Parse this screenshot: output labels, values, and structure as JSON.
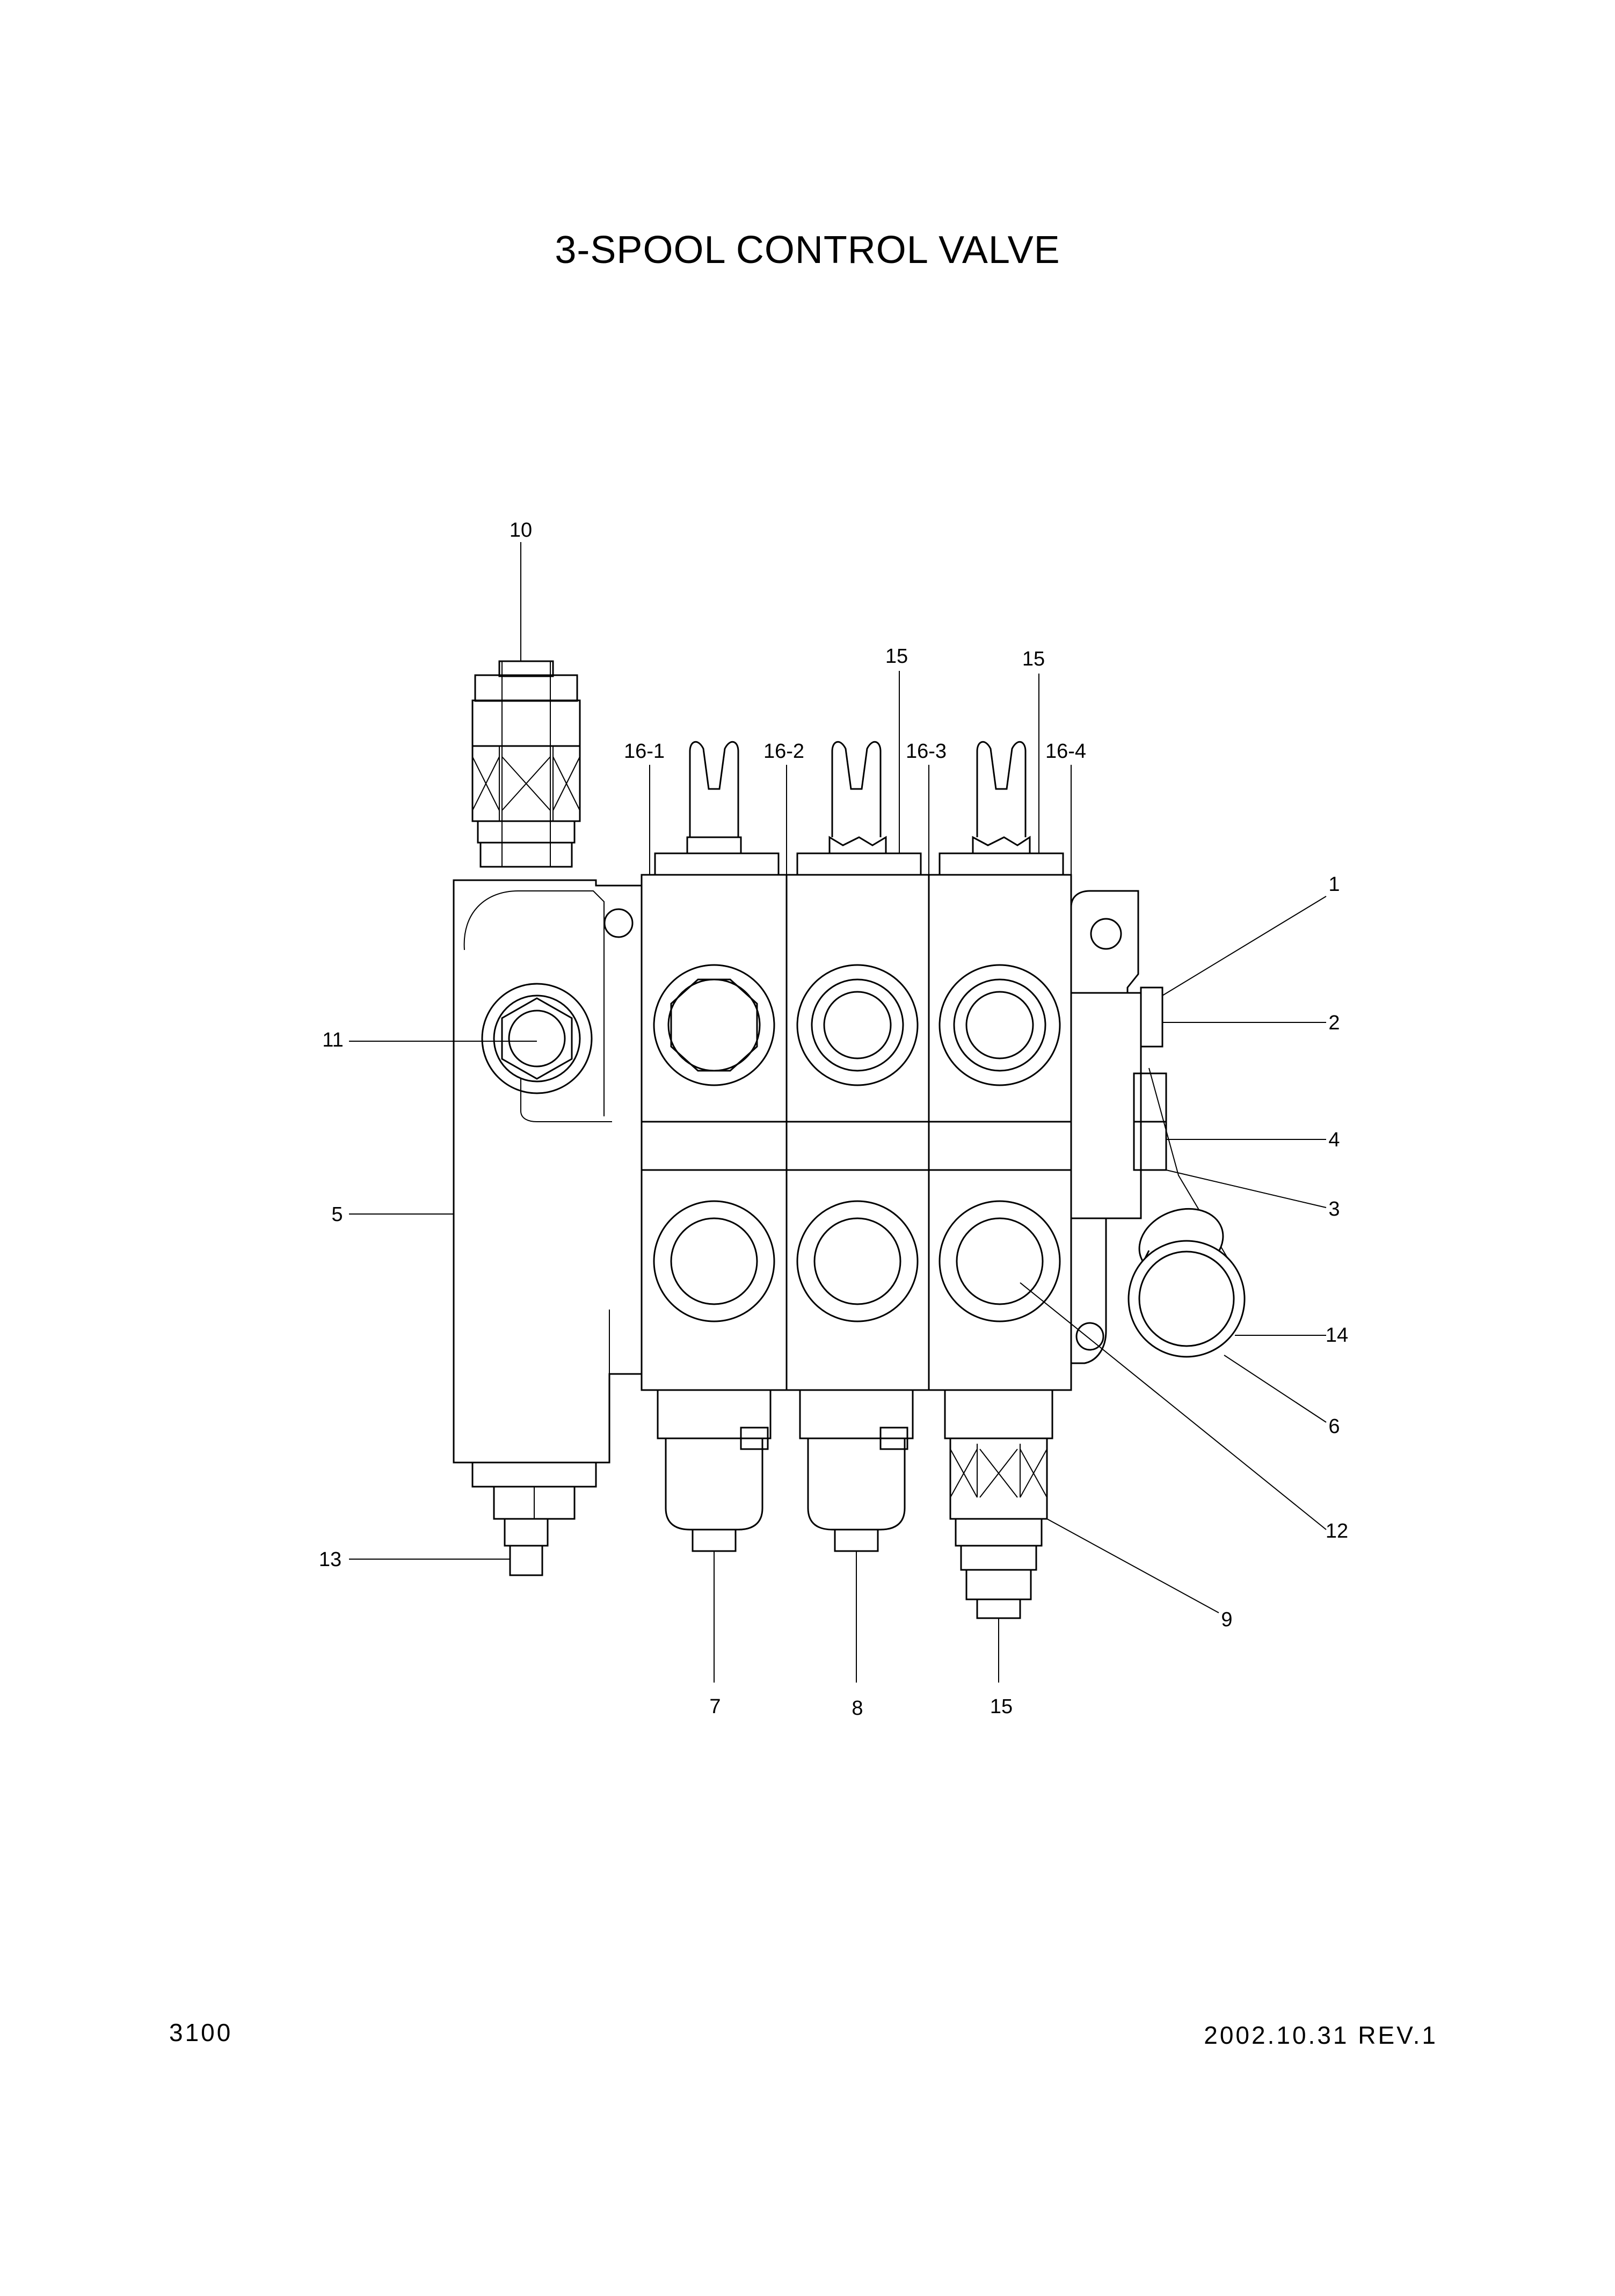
{
  "title": "3-SPOOL CONTROL VALVE",
  "footer": {
    "page_number": "3100",
    "revision": "2002.10.31 REV.1"
  },
  "callouts": {
    "c10": "10",
    "c15a": "15",
    "c15b": "15",
    "c16_1": "16-1",
    "c16_2": "16-2",
    "c16_3": "16-3",
    "c16_4": "16-4",
    "c1": "1",
    "c2": "2",
    "c11": "11",
    "c4": "4",
    "c3": "3",
    "c5": "5",
    "c14": "14",
    "c6": "6",
    "c12": "12",
    "c13": "13",
    "c9": "9",
    "c7": "7",
    "c8": "8",
    "c15c": "15"
  }
}
